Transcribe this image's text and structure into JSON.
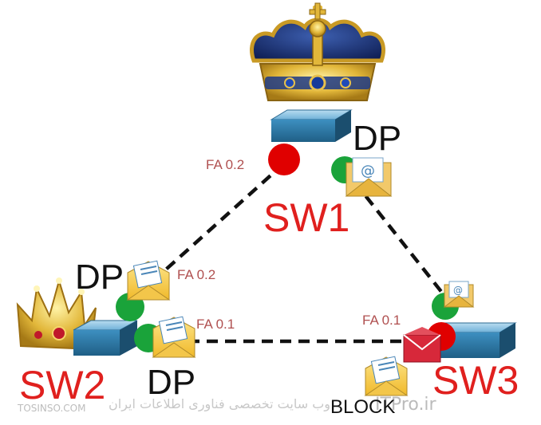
{
  "switches": {
    "sw1": {
      "name": "SW1"
    },
    "sw2": {
      "name": "SW2"
    },
    "sw3": {
      "name": "SW3"
    }
  },
  "ports": {
    "sw1_fa02": {
      "label": "FA 0.2"
    },
    "sw2_fa02": {
      "label": "FA 0.2"
    },
    "sw2_fa01": {
      "label": "FA 0.1"
    },
    "sw3_fa01": {
      "label": "FA 0.1"
    }
  },
  "port_roles": {
    "sw1_dp": "DP",
    "sw2_dp_top": "DP",
    "sw2_dp_bottom": "DP",
    "sw3_block": "BLOCK"
  },
  "watermark": {
    "left": "TOSINSO.COM",
    "center": "وب سایت تخصصی فناوری اطلاعات ایران",
    "right": "ITPro.ir"
  },
  "colors": {
    "switch_name": "#e0201e",
    "port_label": "#b05050",
    "blocked_port": "#e00000",
    "forwarding_port": "#1aa33a",
    "link": "#111111",
    "watermark": "#c8c8c8"
  }
}
